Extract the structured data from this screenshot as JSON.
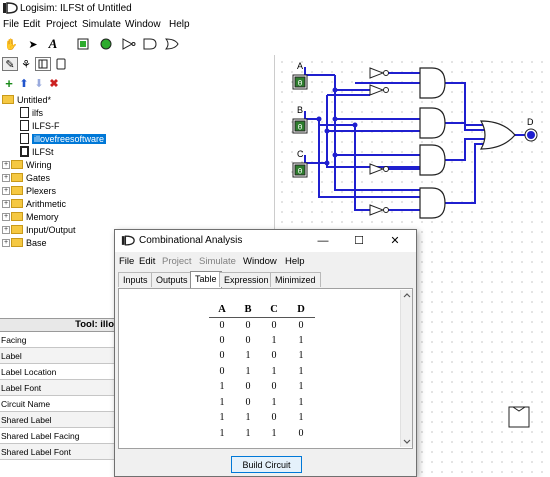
{
  "window": {
    "title": "Logisim: ILFSt of Untitled"
  },
  "menu": [
    "File",
    "Edit",
    "Project",
    "Simulate",
    "Window",
    "Help"
  ],
  "toolbar_icons": [
    "hand-poke-icon",
    "select-arrow-icon",
    "text-tool-icon",
    "input-pin-icon",
    "output-pin-icon",
    "not-gate-icon",
    "and-gate-icon",
    "or-gate-icon"
  ],
  "explorer": {
    "project": "Untitled*",
    "circuits": [
      "ilfs",
      "ILFS-F",
      "illovefreesoftware",
      "ILFSt"
    ],
    "selected": "illovefreesoftware",
    "libraries": [
      "Wiring",
      "Gates",
      "Plexers",
      "Arithmetic",
      "Memory",
      "Input/Output",
      "Base"
    ]
  },
  "attributes": {
    "header": "Tool: illo",
    "rows": [
      "Facing",
      "Label",
      "Label Location",
      "Label Font",
      "Circuit Name",
      "Shared Label",
      "Shared Label Facing",
      "Shared Label Font"
    ]
  },
  "circuit": {
    "inputs": [
      "A",
      "B",
      "C"
    ],
    "output": "D",
    "pin_value": "0"
  },
  "dialog": {
    "title": "Combinational Analysis",
    "controls": {
      "minimize": "—",
      "maximize": "☐",
      "close": "✕"
    },
    "menu": [
      {
        "label": "File",
        "enabled": true
      },
      {
        "label": "Edit",
        "enabled": true
      },
      {
        "label": "Project",
        "enabled": false
      },
      {
        "label": "Simulate",
        "enabled": false
      },
      {
        "label": "Window",
        "enabled": true
      },
      {
        "label": "Help",
        "enabled": true
      }
    ],
    "tabs": [
      "Inputs",
      "Outputs",
      "Table",
      "Expression",
      "Minimized"
    ],
    "active_tab": "Table",
    "table": {
      "headers": [
        "A",
        "B",
        "C",
        "D"
      ],
      "rows": [
        [
          "0",
          "0",
          "0",
          "0"
        ],
        [
          "0",
          "0",
          "1",
          "1"
        ],
        [
          "0",
          "1",
          "0",
          "1"
        ],
        [
          "0",
          "1",
          "1",
          "1"
        ],
        [
          "1",
          "0",
          "0",
          "1"
        ],
        [
          "1",
          "0",
          "1",
          "1"
        ],
        [
          "1",
          "1",
          "0",
          "1"
        ],
        [
          "1",
          "1",
          "1",
          "0"
        ]
      ]
    },
    "build_button": "Build Circuit"
  }
}
